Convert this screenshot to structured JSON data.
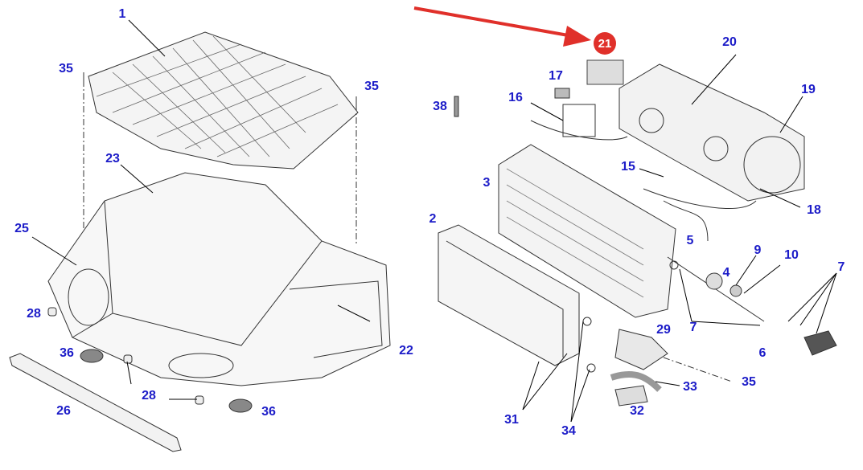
{
  "diagram": {
    "type": "exploded parts diagram",
    "highlight_color": "#e0302a",
    "label_color": "#1c1cc8",
    "highlighted_part": "21",
    "labels": [
      "1",
      "35",
      "35",
      "23",
      "25",
      "28",
      "36",
      "28",
      "26",
      "36",
      "22",
      "21",
      "20",
      "17",
      "38",
      "16",
      "19",
      "3",
      "15",
      "18",
      "2",
      "5",
      "9",
      "10",
      "7",
      "4",
      "7",
      "6",
      "29",
      "35",
      "33",
      "31",
      "34",
      "32"
    ]
  }
}
